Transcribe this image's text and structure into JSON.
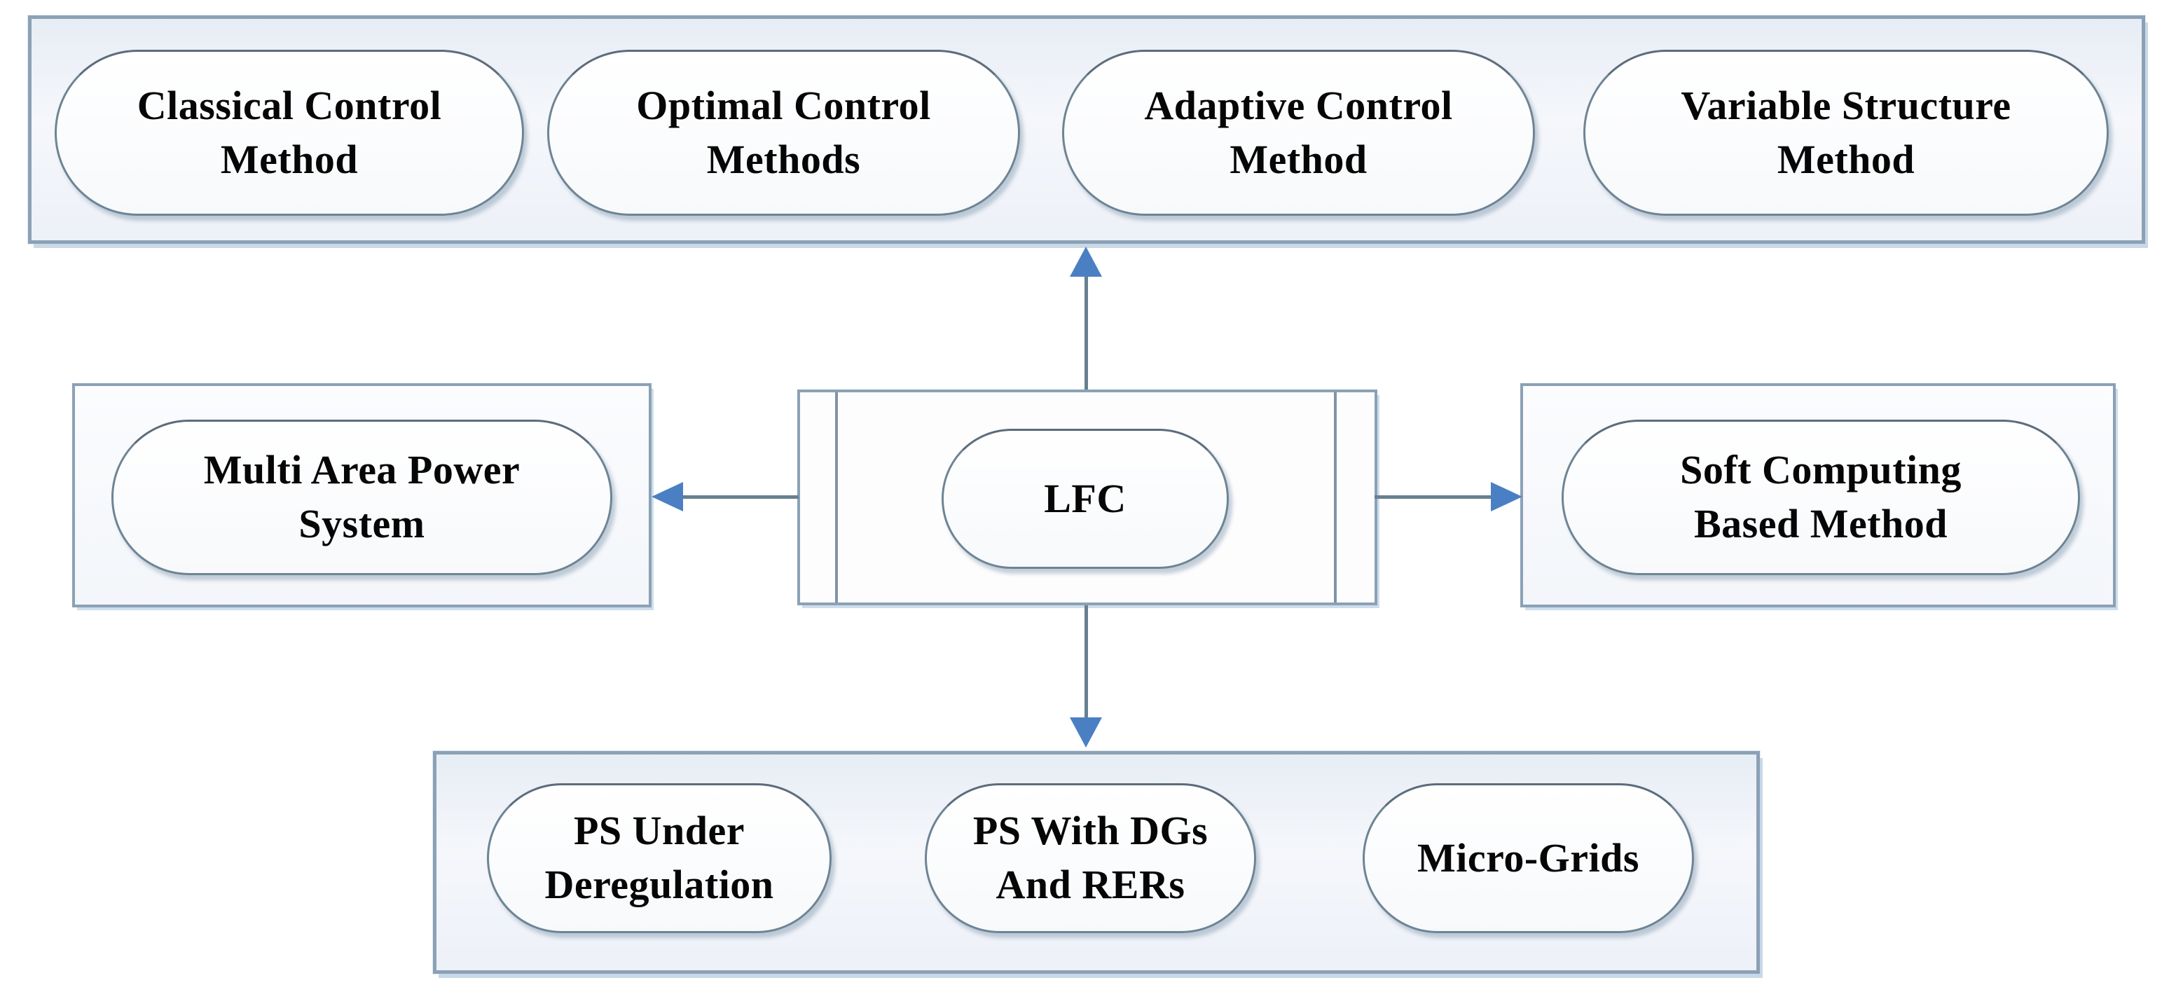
{
  "nodes": {
    "center": {
      "label": "LFC"
    },
    "top_group": {
      "items": [
        {
          "label": "Classical Control\nMethod"
        },
        {
          "label": "Optimal Control\nMethods"
        },
        {
          "label": "Adaptive Control\nMethod"
        },
        {
          "label": "Variable Structure\nMethod"
        }
      ]
    },
    "left_node": {
      "label": "Multi Area Power\nSystem"
    },
    "right_node": {
      "label": "Soft Computing\nBased Method"
    },
    "bottom_group": {
      "items": [
        {
          "label": "PS Under\nDeregulation"
        },
        {
          "label": "PS With DGs\nAnd RERs"
        },
        {
          "label": "Micro-Grids"
        }
      ]
    }
  },
  "colors": {
    "container_border": "#8ba1b5",
    "capsule_border": "#6e8494",
    "arrow_shaft": "#68808f",
    "arrow_head": "#4a80c3",
    "text": "#060606",
    "container_fill": "#edf1f8",
    "capsule_fill": "#ffffff"
  }
}
